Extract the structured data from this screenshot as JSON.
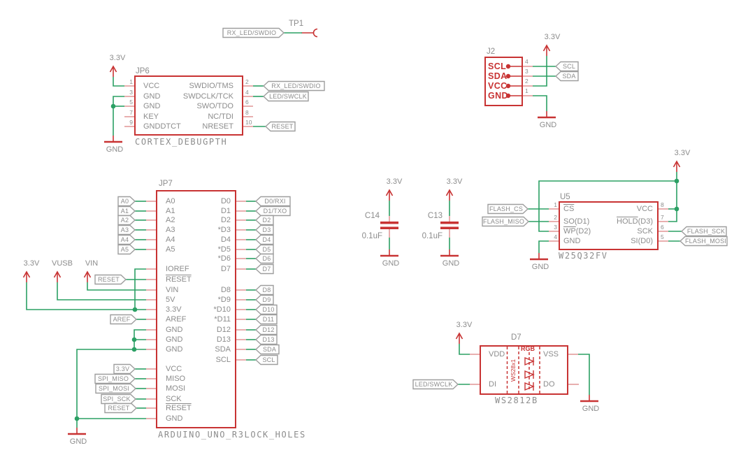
{
  "title": "Schematic sheet",
  "colors": {
    "component_red": "#c83333",
    "wire_green": "#2ba064",
    "pin_pink": "#e29b9b",
    "label_gray": "#8c8c8c",
    "flag_border": "#9e9e9e",
    "background": "#ffffff"
  },
  "power": {
    "v33": "3.3V",
    "vusb": "VUSB",
    "vin": "VIN",
    "gnd": "GND"
  },
  "tp1": {
    "ref": "TP1",
    "flag": "RX_LED/SWDIO"
  },
  "jp6": {
    "ref": "JP6",
    "footprint": "CORTEX_DEBUGPTH",
    "left_pins": [
      {
        "num": "1",
        "name": "VCC"
      },
      {
        "num": "3",
        "name": "GND"
      },
      {
        "num": "5",
        "name": "GND"
      },
      {
        "num": "7",
        "name": "KEY"
      },
      {
        "num": "9",
        "name": "GNDDTCT"
      }
    ],
    "right_pins": [
      {
        "num": "2",
        "name": "SWDIO/TMS"
      },
      {
        "num": "4",
        "name": "SWDCLK/TCK"
      },
      {
        "num": "6",
        "name": "SWO/TDO"
      },
      {
        "num": "8",
        "name": "NC/TDI"
      },
      {
        "num": "10",
        "name": "NRESET"
      }
    ],
    "flags": [
      "RX_LED/SWDIO",
      "LED/SWCLK",
      "RESET"
    ]
  },
  "j2": {
    "ref": "J2",
    "pins": [
      {
        "num": "4",
        "name": "SCL"
      },
      {
        "num": "3",
        "name": "SDA"
      },
      {
        "num": "2",
        "name": "VCC"
      },
      {
        "num": "1",
        "name": "GND"
      }
    ],
    "flags": [
      "SCL",
      "SDA"
    ]
  },
  "jp7": {
    "ref": "JP7",
    "footprint": "ARDUINO_UNO_R3LOCK_HOLES",
    "left_pins": [
      "A0",
      "A1",
      "A2",
      "A3",
      "A4",
      "A5",
      "IOREF",
      "RESET",
      "VIN",
      "5V",
      "3.3V",
      "AREF",
      "GND",
      "GND",
      "GND",
      "VCC",
      "MISO",
      "MOSI",
      "SCK",
      "RESET",
      "GND"
    ],
    "right_pins": [
      "D0",
      "D1",
      "D2",
      "*D3",
      "D4",
      "*D5",
      "*D6",
      "D7",
      "D8",
      "*D9",
      "*D10",
      "*D11",
      "D12",
      "D13",
      "SDA",
      "SCL"
    ],
    "left_flags": [
      "A0",
      "A1",
      "A2",
      "A3",
      "A4",
      "A5",
      "RESET",
      "AREF",
      "3.3V",
      "SPI_MISO",
      "SPI_MOSI",
      "SPI_SCK",
      "RESET"
    ],
    "right_flags": [
      "D0/RXI",
      "D1/TXO",
      "D2",
      "D3",
      "D4",
      "D5",
      "D6",
      "D7",
      "D8",
      "D9",
      "D10",
      "D11",
      "D12",
      "D13",
      "SDA",
      "SCL"
    ]
  },
  "c14": {
    "ref": "C14",
    "value": "0.1uF"
  },
  "c13": {
    "ref": "C13",
    "value": "0.1uF"
  },
  "u5": {
    "ref": "U5",
    "part": "W25Q32FV",
    "left_pins": [
      {
        "num": "1",
        "name": "CS",
        "suffix": "",
        "bar": true
      },
      {
        "num": "2",
        "name": "SO(D1)",
        "suffix": "",
        "bar": false
      },
      {
        "num": "3",
        "name": "WP",
        "suffix": "(D2)",
        "bar": true
      },
      {
        "num": "4",
        "name": "GND",
        "suffix": "",
        "bar": false
      }
    ],
    "right_pins": [
      {
        "num": "8",
        "name": "VCC",
        "suffix": "",
        "bar": false
      },
      {
        "num": "7",
        "name": "HOLD",
        "suffix": "(D3)",
        "bar": true
      },
      {
        "num": "6",
        "name": "SCK",
        "suffix": "",
        "bar": false
      },
      {
        "num": "5",
        "name": "SI(D0)",
        "suffix": "",
        "bar": false
      }
    ],
    "flags": [
      "FLASH_CS",
      "FLASH_MISO",
      "FLASH_SCK",
      "FLASH_MOSI"
    ]
  },
  "d7": {
    "ref": "D7",
    "part": "WS2812B",
    "pins": [
      "VDD",
      "DI",
      "VSS",
      "DO"
    ],
    "internal": {
      "rgb": "RGB",
      "array": "WS28x1"
    },
    "flag": "LED/SWCLK"
  }
}
